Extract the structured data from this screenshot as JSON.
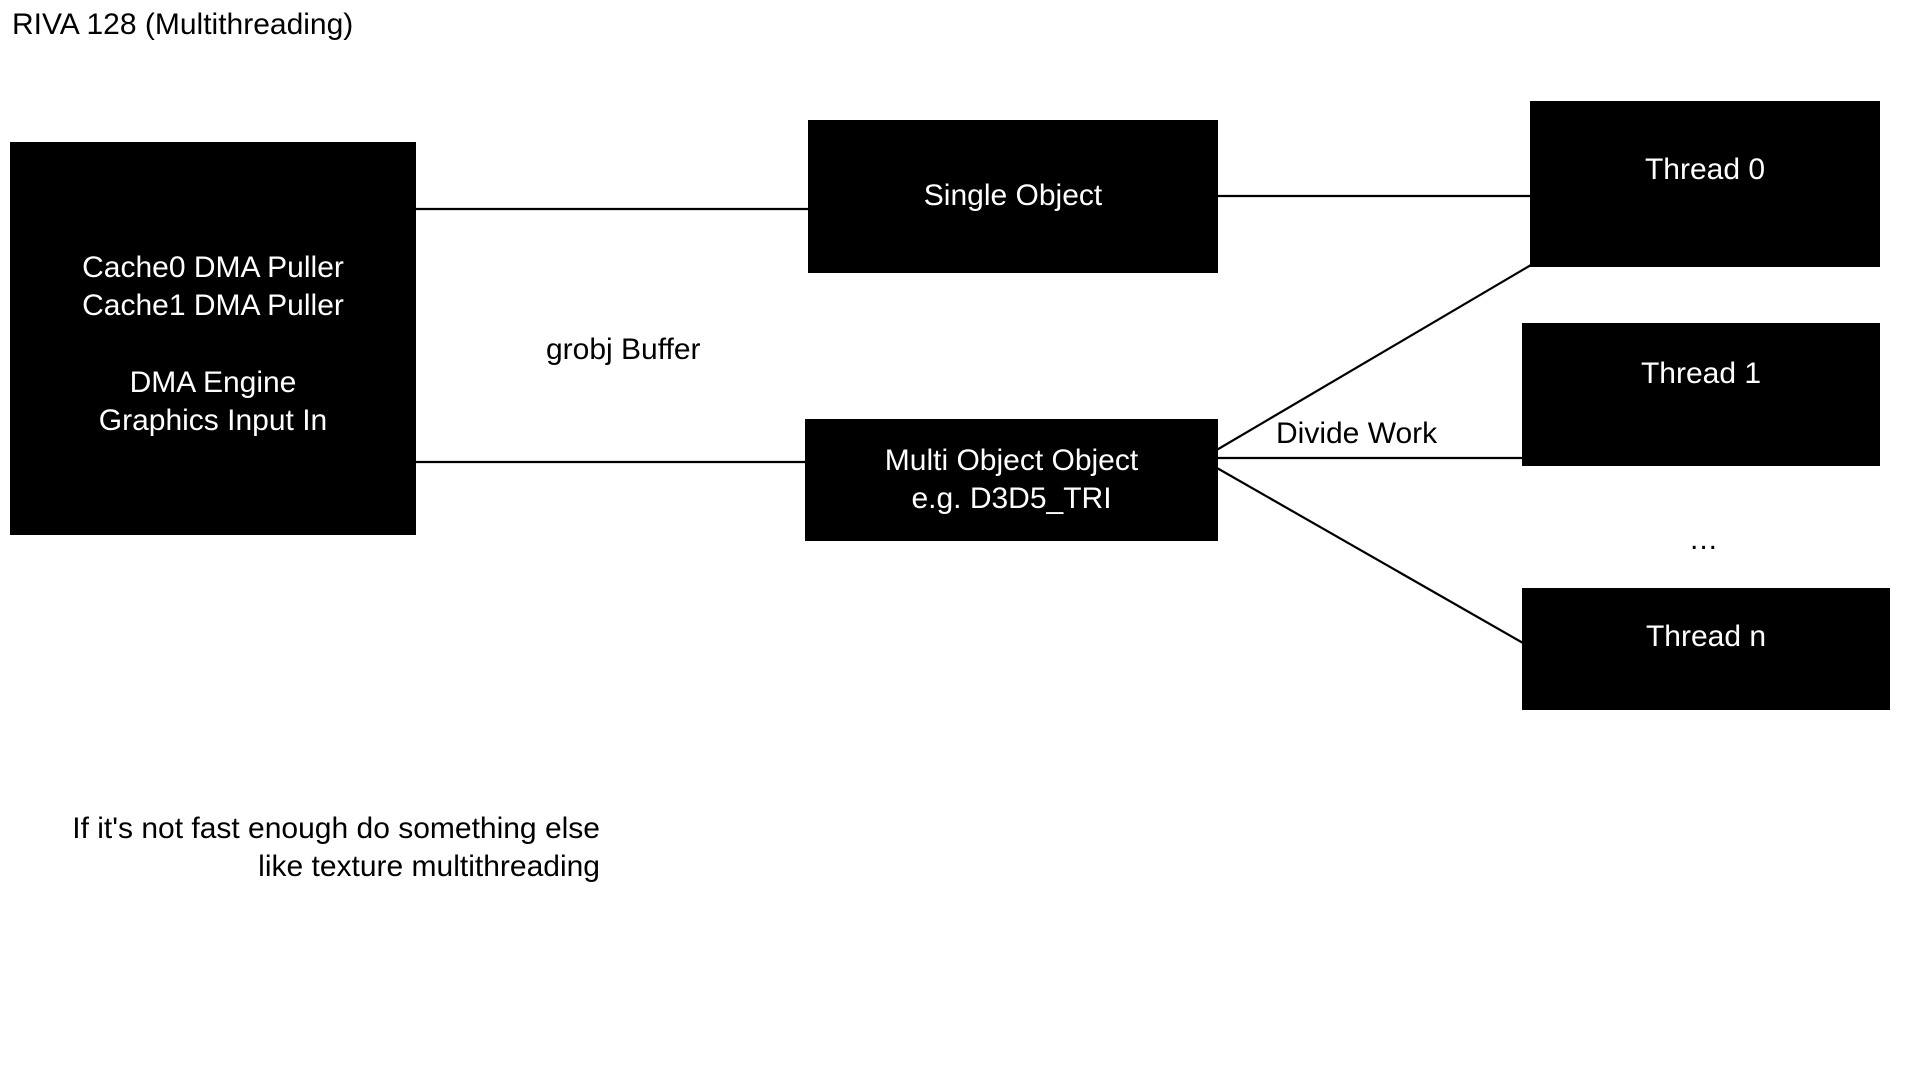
{
  "slide": {
    "title": "RIVA 128 (Multithreading)",
    "background_color": "#ffffff",
    "node_fill_color": "#000000",
    "node_text_color": "#ffffff",
    "edge_color": "#000000"
  },
  "nodes": {
    "pullers": {
      "label": "Cache0 DMA Puller\nCache1 DMA Puller\n\nDMA Engine\nGraphics Input In"
    },
    "single_object": {
      "label": "Single Object"
    },
    "multi_object": {
      "label": "Multi Object Object\ne.g. D3D5_TRI"
    },
    "thread_0": {
      "label": "Thread 0"
    },
    "thread_1": {
      "label": "Thread 1"
    },
    "thread_n": {
      "label": "Thread n"
    }
  },
  "labels": {
    "grobj_buffer": "grobj Buffer",
    "divide_work": "Divide Work",
    "thread_ellipsis": "..."
  },
  "footnote": {
    "text": "If it's not fast enough do something else\nlike texture multithreading"
  }
}
